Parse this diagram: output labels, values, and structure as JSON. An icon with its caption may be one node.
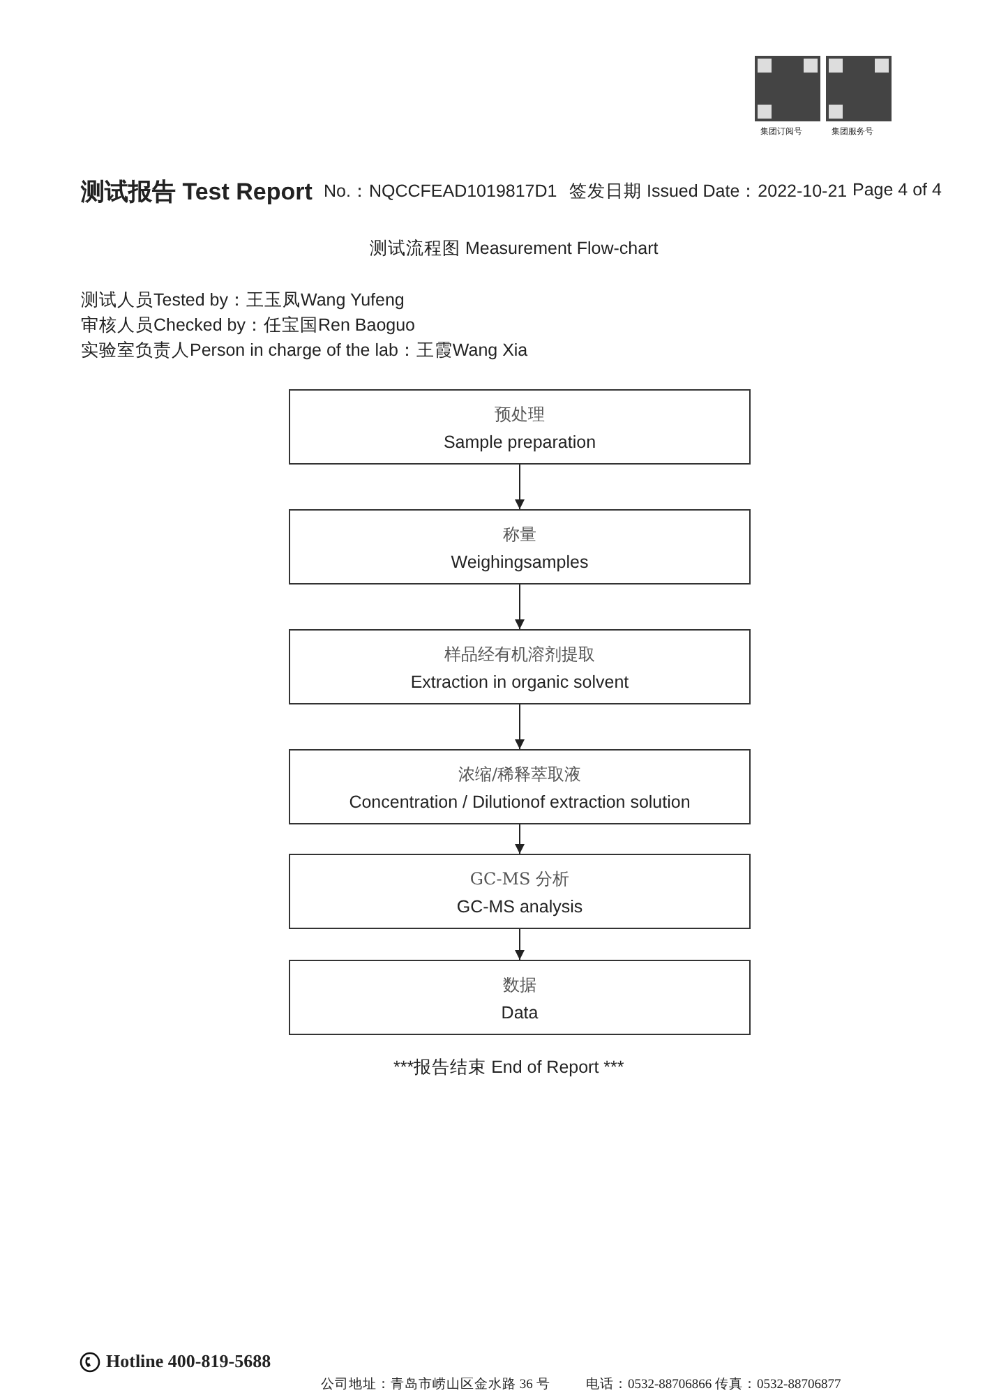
{
  "diagram": {
    "title": "测试流程图 Measurement Flow-chart",
    "nodes": [
      {
        "text": [
          "预处理",
          "Sample preparation"
        ]
      },
      {
        "text": [
          "称量",
          "Weighingsamples"
        ]
      },
      {
        "text": [
          "样品经有机溶剂提取",
          "Extraction in organic solvent"
        ]
      },
      {
        "text": [
          "浓缩/稀释萃取液",
          "Concentration / Dilutionof extraction solution"
        ]
      },
      {
        "text": [
          "GC-MS 分析",
          "GC-MS analysis"
        ]
      },
      {
        "text": [
          "数据",
          "Data"
        ]
      }
    ],
    "edges": [
      {
        "from": 0,
        "to": 1,
        "arrow": "to"
      },
      {
        "from": 1,
        "to": 2,
        "arrow": "to"
      },
      {
        "from": 2,
        "to": 3,
        "arrow": "to"
      },
      {
        "from": 3,
        "to": 4,
        "arrow": "to"
      },
      {
        "from": 4,
        "to": 5,
        "arrow": "to"
      }
    ],
    "labels": [
      "集团订阅号",
      "集团服务号",
      "测试报告 Test Report",
      "No.：NQCCFEAD1019817D1",
      "签发日期 Issued Date：2022-10-21",
      "Page 4 of 4",
      "测试人员Tested by：王玉凤Wang Yufeng",
      "审核人员Checked by：任宝国Ren Baoguo",
      "实验室负责人Person in charge of the lab：王霞Wang Xia",
      "***报告结束 End of Report ***",
      "Hotline 400-819-5688",
      "公司地址：青岛市崂山区金水路 36 号",
      "电话：0532-88706866 传真：0532-88706877"
    ]
  }
}
